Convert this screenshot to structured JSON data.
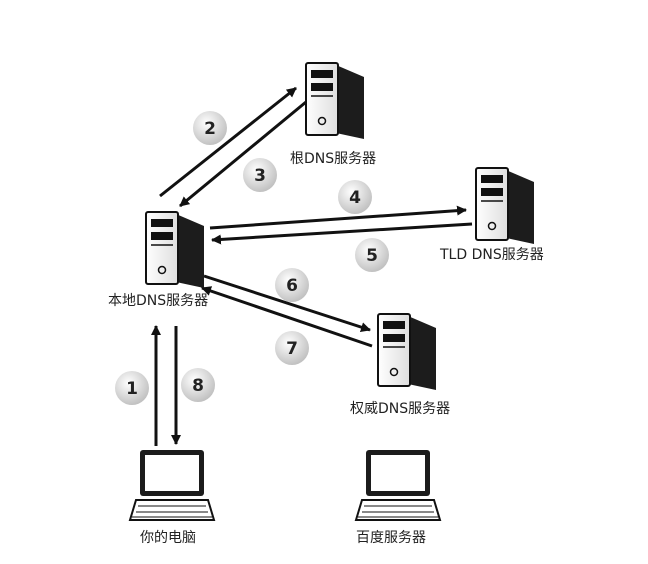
{
  "nodes": {
    "root_dns": {
      "label": "根DNS服务器"
    },
    "tld_dns": {
      "label": "TLD DNS服务器"
    },
    "local_dns": {
      "label": "本地DNS服务器"
    },
    "auth_dns": {
      "label": "权威DNS服务器"
    },
    "your_pc": {
      "label": "你的电脑"
    },
    "baidu_server": {
      "label": "百度服务器"
    }
  },
  "steps": [
    "1",
    "2",
    "3",
    "4",
    "5",
    "6",
    "7",
    "8"
  ],
  "colors": {
    "line": "#111111",
    "server_dark": "#1c1c1c",
    "server_front": "#f2f2f2",
    "badge_light": "#ffffff",
    "badge_dark": "#bdbdbd"
  }
}
